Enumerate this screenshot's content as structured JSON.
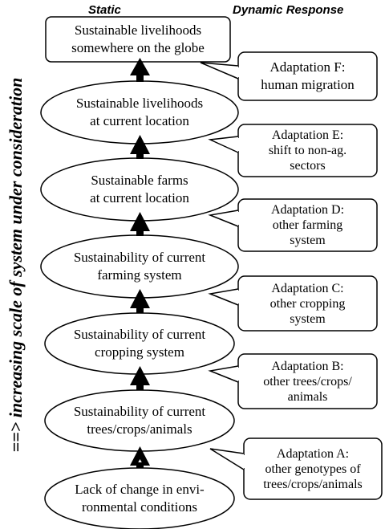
{
  "headers": {
    "static": "Static",
    "dynamic": "Dynamic Response"
  },
  "axis_label": "==> increasing scale of system under consideration",
  "levels": [
    {
      "line1": "Sustainable livelihoods",
      "line2": "somewhere on the globe"
    },
    {
      "line1": "Sustainable livelihoods",
      "line2": "at current location"
    },
    {
      "line1": "Sustainable farms",
      "line2": "at current location"
    },
    {
      "line1": "Sustainability of current",
      "line2": "farming system"
    },
    {
      "line1": "Sustainability of  current",
      "line2": "cropping system"
    },
    {
      "line1": "Sustainability of current",
      "line2": "trees/crops/animals"
    },
    {
      "line1": "Lack of change in envi-",
      "line2": "ronmental conditions"
    }
  ],
  "adaptations": [
    {
      "line1": "Adaptation F:",
      "line2": "human migration",
      "line3": ""
    },
    {
      "line1": "Adaptation E:",
      "line2": "shift to non-ag.",
      "line3": "sectors"
    },
    {
      "line1": "Adaptation D:",
      "line2": "other farming",
      "line3": "system"
    },
    {
      "line1": "Adaptation C:",
      "line2": "other cropping",
      "line3": "system"
    },
    {
      "line1": "Adaptation B:",
      "line2": "other trees/crops/",
      "line3": "animals"
    },
    {
      "line1": "Adaptation A:",
      "line2": "other genotypes of",
      "line3": "trees/crops/animals"
    }
  ]
}
